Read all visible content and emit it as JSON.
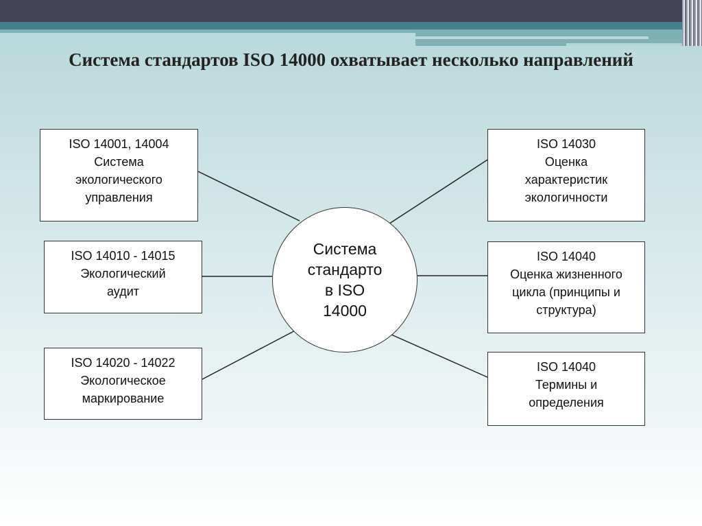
{
  "title": "Система стандартов ISO 14000 охватывает несколько направлений",
  "center": "Система\nстандарто\nв ISO\n14000",
  "left_boxes": [
    {
      "text": "ISO 14001, 14004\nСистема\nэкологического\nуправления"
    },
    {
      "text": "ISO 14010 - 14015\nЭкологический\nаудит"
    },
    {
      "text": "ISO 14020 - 14022\nЭкологическое\nмаркирование"
    }
  ],
  "right_boxes": [
    {
      "text": "ISO 14030\nОценка\nхарактеристик\nэкологичности"
    },
    {
      "text": "ISO 14040\nОценка жизненного\nцикла (принципы и\nструктура)"
    },
    {
      "text": "ISO 14040\nТермины и\nопределения"
    }
  ]
}
